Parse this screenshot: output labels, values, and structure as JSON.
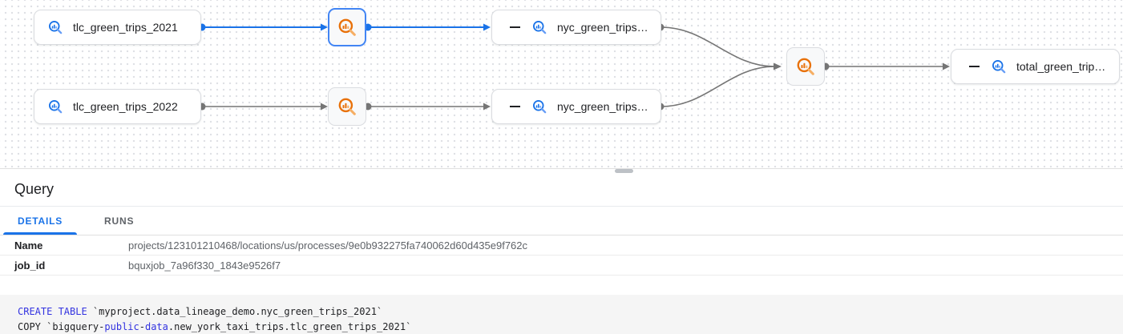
{
  "graph": {
    "nodes": {
      "tlc_2021": {
        "label": "tlc_green_trips_2021",
        "icon": "bigquery-table-icon"
      },
      "tlc_2022": {
        "label": "tlc_green_trips_2022",
        "icon": "bigquery-table-icon"
      },
      "nyc_2021": {
        "label": "nyc_green_trips…",
        "icon": "bigquery-table-icon",
        "collapse_control": true
      },
      "nyc_2022": {
        "label": "nyc_green_trips…",
        "icon": "bigquery-table-icon",
        "collapse_control": true
      },
      "total": {
        "label": "total_green_trip…",
        "icon": "bigquery-table-icon",
        "collapse_control": true
      }
    },
    "process_node_count": 3,
    "colors": {
      "selected_path_blue": "#1a73e8",
      "edge_gray": "#757575",
      "table_icon_blue": "#1a73e8",
      "process_icon_orange": "#e8710a"
    }
  },
  "panel": {
    "title": "Query",
    "tabs": [
      {
        "label": "DETAILS",
        "active": true
      },
      {
        "label": "RUNS",
        "active": false
      }
    ],
    "details": [
      {
        "key": "Name",
        "value": "projects/123101210468/locations/us/processes/9e0b932275fa740062d60d435e9f762c"
      },
      {
        "key": "job_id",
        "value": "bquxjob_7a96f330_1843e9526f7"
      }
    ]
  },
  "code": {
    "keyword_color": "#3333e0",
    "line1": {
      "kw": "CREATE TABLE",
      "rest": " `myproject.data_lineage_demo.nyc_green_trips_2021`"
    },
    "line2": {
      "p1": "COPY `bigquery",
      "d1": "-",
      "kw1": "public",
      "d2": "-",
      "kw2": "data",
      "p2": ".new_york_taxi_trips.tlc_green_trips_2021`"
    }
  }
}
